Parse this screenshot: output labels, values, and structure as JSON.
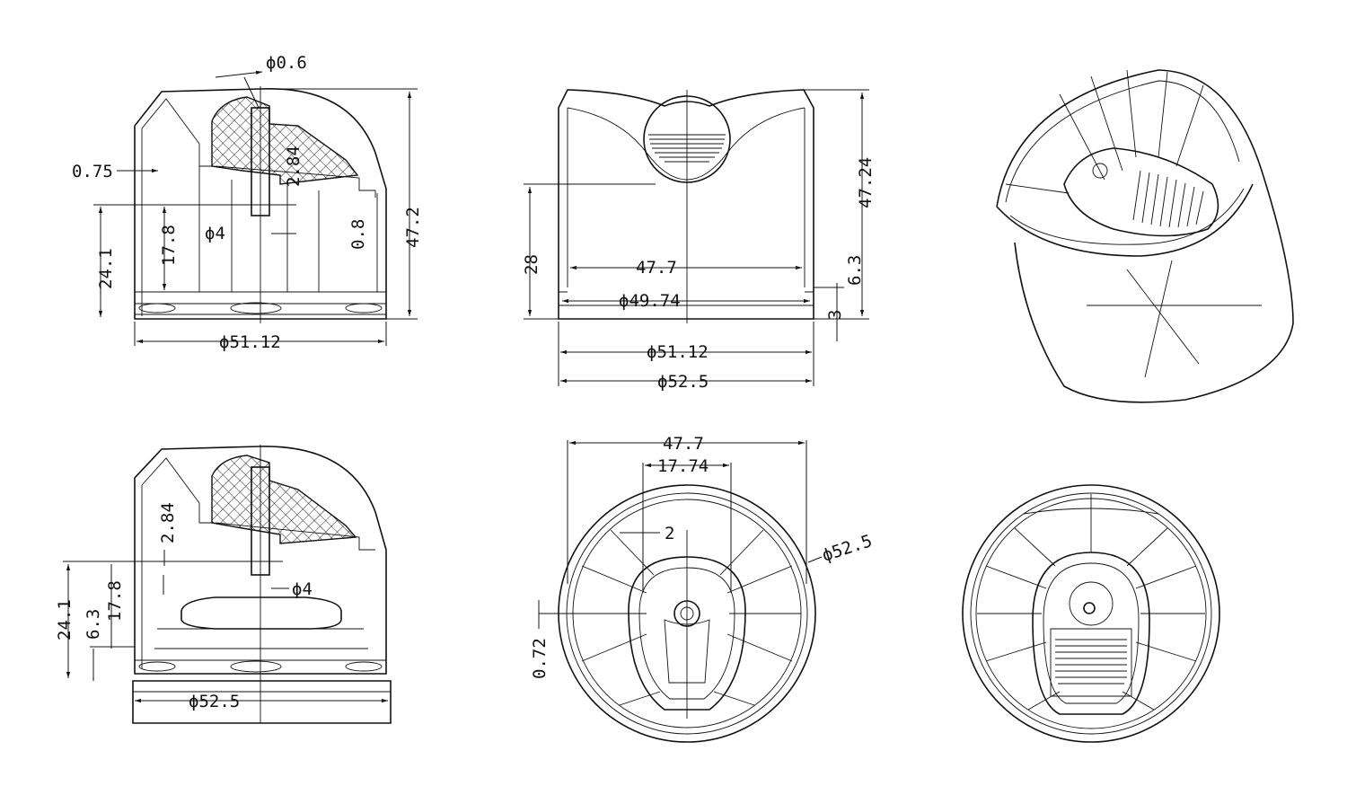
{
  "views": {
    "side_section_top": {
      "dims": {
        "hole_dia": "ϕ0.6",
        "wall": "0.75",
        "step": "2.84",
        "pin_dia": "ϕ4",
        "lip": "0.8",
        "height_total": "47.2",
        "height_inner": "17.8",
        "height_mid": "24.1",
        "outer_dia": "ϕ51.12"
      }
    },
    "front_section": {
      "dims": {
        "height_total": "47.24",
        "height_skirt": "28",
        "inner_dia": "47.7",
        "mid_dia": "ϕ49.74",
        "thread_height": "6.3",
        "bead_height": "3",
        "outer_dia": "ϕ51.12",
        "max_dia": "ϕ52.5"
      }
    },
    "side_section_bottom": {
      "dims": {
        "step": "2.84",
        "height_mid": "24.1",
        "height_inner": "17.8",
        "thread_height": "6.3",
        "pin_dia": "ϕ4",
        "max_dia": "ϕ52.5"
      }
    },
    "top_view": {
      "dims": {
        "overall_dia_top": "47.7",
        "spout_width": "17.74",
        "rib": "2",
        "max_dia": "ϕ52.5",
        "offset": "0.72"
      }
    }
  }
}
